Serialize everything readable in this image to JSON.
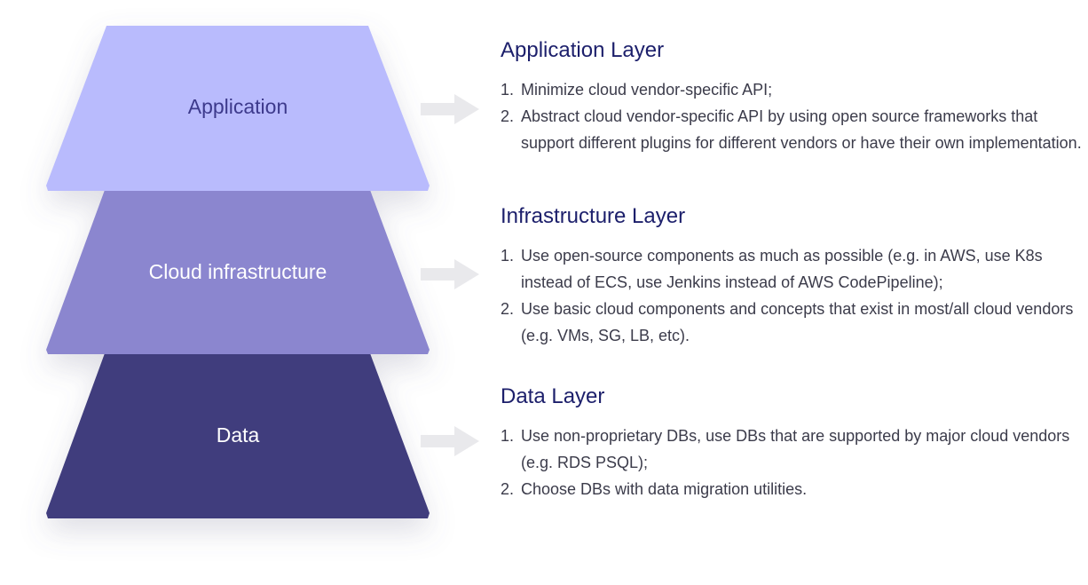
{
  "colors": {
    "layer_application": "#b9bbfd",
    "layer_infrastructure": "#8b86cf",
    "layer_data": "#3f3c7d",
    "label_dark": "#3d3a8c",
    "label_light": "#ffffff",
    "heading": "#1c1f6b",
    "body_text": "#3b3b4a",
    "arrow": "#e9e9ec"
  },
  "pyramid": {
    "layers": [
      {
        "label": "Application"
      },
      {
        "label": "Cloud infrastructure"
      },
      {
        "label": "Data"
      }
    ]
  },
  "sections": [
    {
      "heading": "Application Layer",
      "items": [
        {
          "num": "1.",
          "text": "Minimize cloud vendor-specific API;"
        },
        {
          "num": "2.",
          "text": "Abstract cloud vendor-specific API by using open source frameworks that support different plugins for different vendors or have their own implementation."
        }
      ]
    },
    {
      "heading": "Infrastructure Layer",
      "items": [
        {
          "num": "1.",
          "text": "Use open-source components as much as possible (e.g. in AWS, use K8s instead of ECS, use Jenkins instead of AWS CodePipeline);"
        },
        {
          "num": "2.",
          "text": "Use basic cloud components and concepts that exist in most/all cloud vendors (e.g. VMs, SG, LB, etc)."
        }
      ]
    },
    {
      "heading": "Data Layer",
      "items": [
        {
          "num": "1.",
          "text": "Use non-proprietary DBs, use DBs that are supported by major cloud vendors (e.g. RDS PSQL);"
        },
        {
          "num": "2.",
          "text": "Choose DBs with data migration utilities."
        }
      ]
    }
  ]
}
